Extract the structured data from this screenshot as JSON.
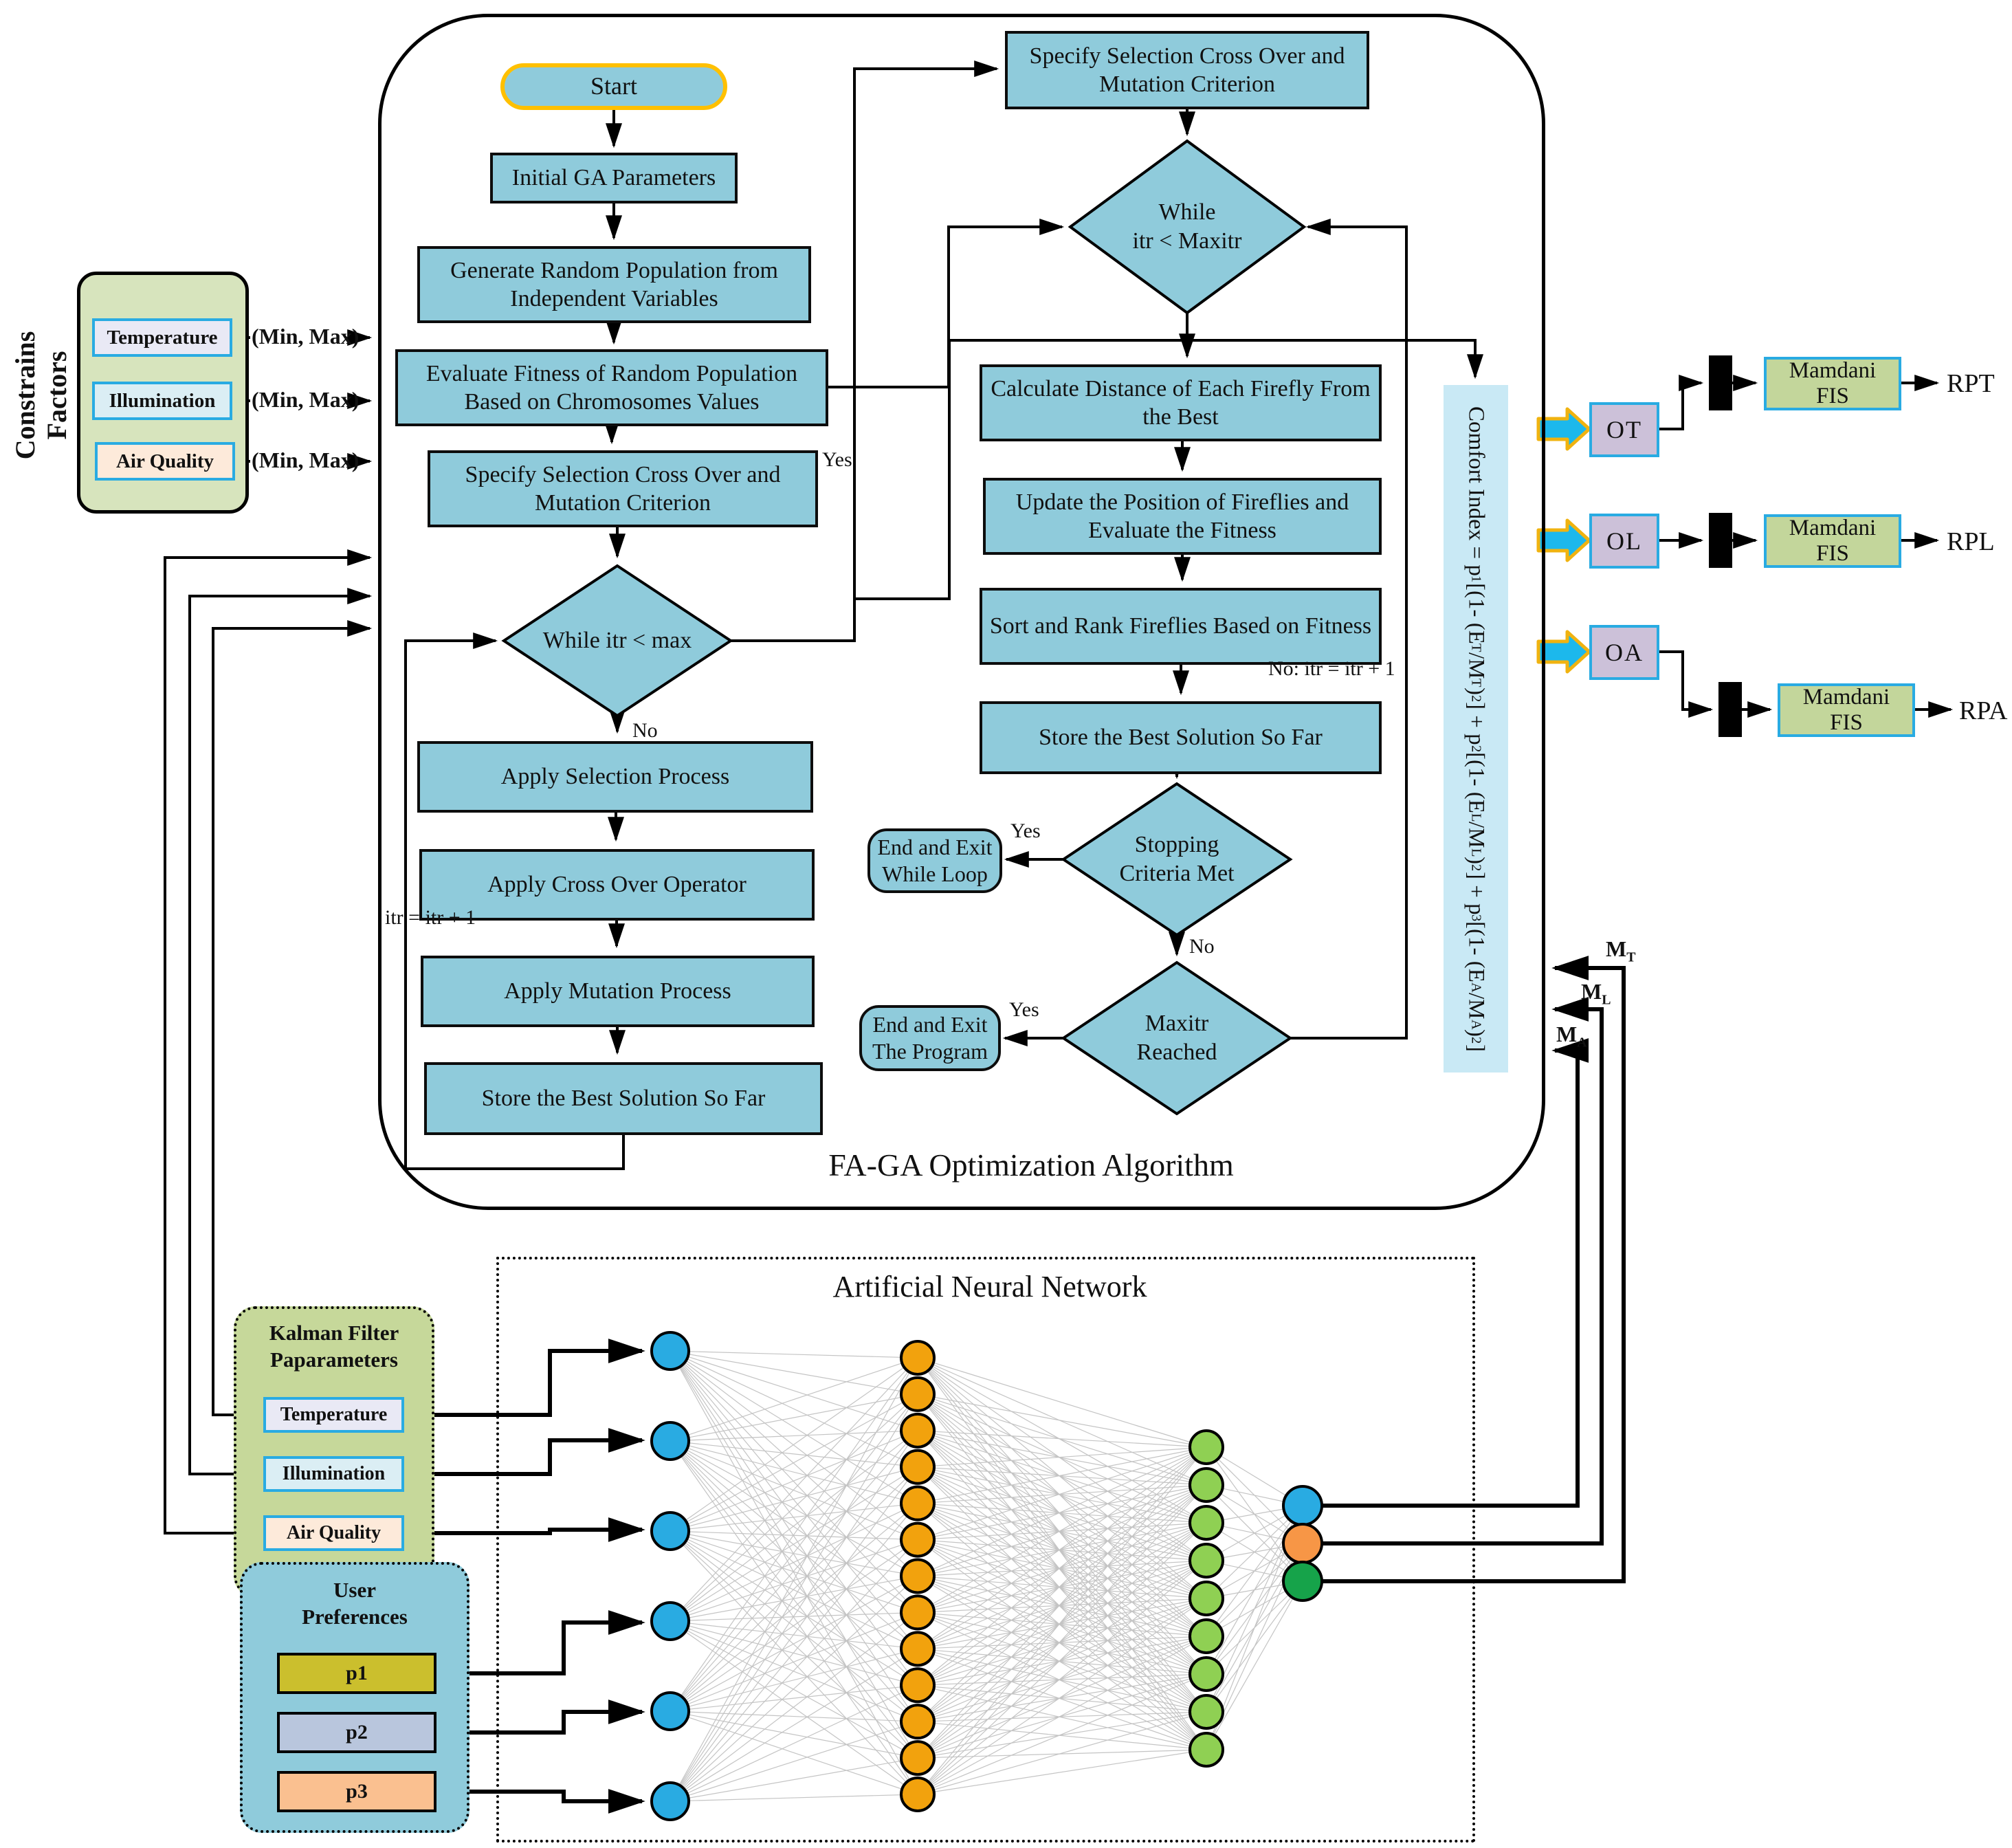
{
  "constraints": {
    "title_line1": "Constrains",
    "title_line2": "Factors",
    "items": [
      "Temperature",
      "Illumination",
      "Air Quality"
    ],
    "range_label": "(Min, Max)"
  },
  "faga": {
    "title": "FA-GA Optimization Algorithm",
    "start": "Start",
    "ga_steps": [
      "Initial GA Parameters",
      "Generate Random Population from Independent Variables",
      "Evaluate Fitness of Random Population Based on Chromosomes Values",
      "Specify Selection Cross Over and Mutation Criterion",
      "Apply Selection Process",
      "Apply Cross Over Operator",
      "Apply Mutation Process",
      "Store the Best Solution So Far"
    ],
    "ga_decision": "While itr < max",
    "ga_yes": "Yes",
    "ga_no": "No",
    "ga_itr": "itr = itr + 1",
    "fa_steps": [
      "Specify Selection Cross Over and Mutation Criterion",
      "Calculate Distance of Each Firefly From the Best",
      "Update the Position of Fireflies and Evaluate the Fitness",
      "Sort and Rank Fireflies Based on Fitness",
      "Store the Best Solution So Far"
    ],
    "fa_decision1_line1": "While",
    "fa_decision1_line2": "itr < Maxitr",
    "fa_decision2_line1": "Stopping",
    "fa_decision2_line2": "Criteria Met",
    "fa_decision3_line1": "Maxitr",
    "fa_decision3_line2": "Reached",
    "fa_no_itr": "No: itr = itr + 1",
    "fa_no": "No",
    "fa_yes1": "Yes",
    "fa_yes2": "Yes",
    "end1_line1": "End and Exit",
    "end1_line2": "While Loop",
    "end2_line1": "End and Exit",
    "end2_line2": "The Program"
  },
  "comfort_formula_parts": [
    {
      "t": "Comfort Index = p"
    },
    {
      "t": "1",
      "s": "sub"
    },
    {
      "t": " [(1- (E"
    },
    {
      "t": "T",
      "s": "sub"
    },
    {
      "t": " /M"
    },
    {
      "t": "T",
      "s": "sub"
    },
    {
      "t": ")"
    },
    {
      "t": "2",
      "s": "sup"
    },
    {
      "t": "] + p"
    },
    {
      "t": "2",
      "s": "sub"
    },
    {
      "t": " [(1- (E"
    },
    {
      "t": "L",
      "s": "sub"
    },
    {
      "t": " /M"
    },
    {
      "t": "L",
      "s": "sub"
    },
    {
      "t": ")"
    },
    {
      "t": "2",
      "s": "sup"
    },
    {
      "t": "] + p"
    },
    {
      "t": "3",
      "s": "sub"
    },
    {
      "t": " [(1- (E"
    },
    {
      "t": "A",
      "s": "sub"
    },
    {
      "t": " /M"
    },
    {
      "t": "A",
      "s": "sub"
    },
    {
      "t": ")"
    },
    {
      "t": "2",
      "s": "sup"
    },
    {
      "t": "]"
    }
  ],
  "fis_rows": [
    {
      "o": "OT",
      "fis": "Mamdani FIS",
      "out": "RPT"
    },
    {
      "o": "OL",
      "fis": "Mamdani FIS",
      "out": "RPL"
    },
    {
      "o": "OA",
      "fis": "Mamdani FIS",
      "out": "RPA"
    }
  ],
  "feedback_labels": [
    [
      {
        "t": "M"
      },
      {
        "t": "T",
        "s": "sub"
      }
    ],
    [
      {
        "t": "M"
      },
      {
        "t": "L",
        "s": "sub"
      }
    ],
    [
      {
        "t": "M"
      },
      {
        "t": "A",
        "s": "sub"
      }
    ]
  ],
  "kalman": {
    "title_line1": "Kalman Filter",
    "title_line2": "Paparameters",
    "items": [
      "Temperature",
      "Illumination",
      "Air Quality"
    ]
  },
  "user_prefs": {
    "title_line1": "User",
    "title_line2": "Preferences",
    "items": [
      "p1",
      "p2",
      "p3"
    ]
  },
  "ann": {
    "title": "Artificial Neural Network",
    "layers": [
      {
        "name": "input",
        "count": 6,
        "color": "#29ABE2"
      },
      {
        "name": "hidden1",
        "count": 13,
        "color": "#F2A20D"
      },
      {
        "name": "hidden2",
        "count": 9,
        "color": "#8FD053"
      }
    ],
    "outputs": [
      {
        "name": "output-1",
        "color": "#29ABE2"
      },
      {
        "name": "output-2",
        "color": "#F79646"
      },
      {
        "name": "output-3",
        "color": "#16A34A"
      }
    ]
  },
  "colors": {
    "box_blue": "#8FCBDB",
    "accent_cyan": "#29ABE2",
    "block_arrow_fill": "#1CB8EC",
    "block_arrow_stroke": "#F0B310",
    "constraints_green": "#D7E4BD",
    "kalman_green": "#C6D89A",
    "mamdani_green": "#C3D69B",
    "purple": "#CCC1D9",
    "comfort_blue": "#C9E9F5",
    "p1_fill": "#CBBF2D",
    "p2_fill": "#B9C6DD",
    "p3_fill": "#FAC090",
    "lavender_fill": "#E9E9F5",
    "lightblue_fill": "#DBEEF4",
    "peach_fill": "#FDEADA"
  }
}
